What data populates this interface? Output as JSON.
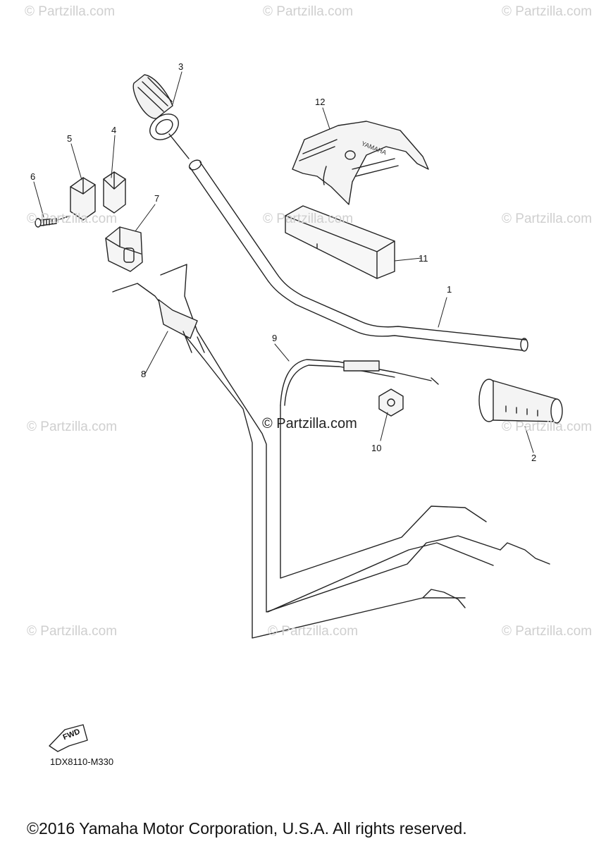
{
  "watermark": "© Partzilla.com",
  "center_watermark": "© Partzilla.com",
  "callouts": [
    "1",
    "2",
    "3",
    "4",
    "5",
    "6",
    "7",
    "8",
    "9",
    "10",
    "11",
    "12"
  ],
  "cover_logo_text": "YAMAHA",
  "fwd_label": "FWD",
  "reference_code": "1DX8110-M330",
  "copyright": "©2016 Yamaha Motor Corporation, U.S.A. All rights reserved.",
  "colors": {
    "line": "#222222",
    "watermark": "#cfcfcf",
    "background": "#ffffff"
  }
}
